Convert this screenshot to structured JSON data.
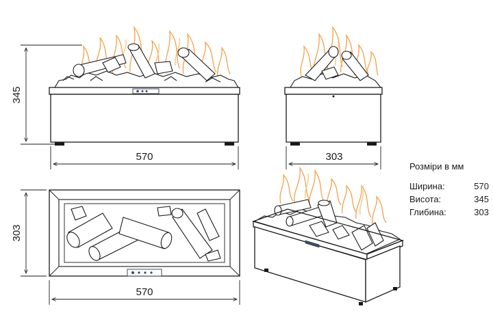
{
  "dimensions": {
    "front_height": "345",
    "front_width": "570",
    "side_depth": "303",
    "top_depth": "303",
    "top_width": "570"
  },
  "specs": {
    "title": "Розміри в мм",
    "rows": [
      {
        "label": "Ширина:",
        "value": "570"
      },
      {
        "label": "Висота:",
        "value": "345"
      },
      {
        "label": "Глибина:",
        "value": "303"
      }
    ]
  },
  "colors": {
    "line": "#1a1a1a",
    "flame": "#f4a04a",
    "flame_inner": "#f8c27a",
    "control_panel": "#3d4a63"
  }
}
